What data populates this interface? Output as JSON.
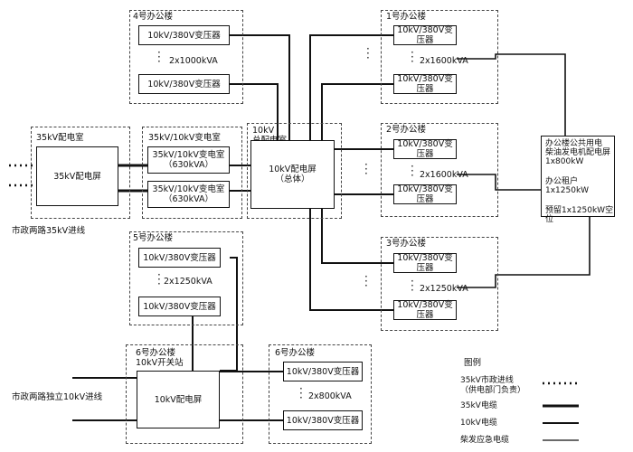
{
  "colors": {
    "line": "#111111",
    "zone_border": "#444444",
    "background": "#ffffff"
  },
  "buildings": {
    "b4": {
      "title": "4号办公楼",
      "transformer_top": "10kV/380V变压器",
      "transformer_bottom": "10kV/380V变压器",
      "capacity": "2x1000kVA"
    },
    "b1": {
      "title": "1号办公楼",
      "transformer_top": "10kV/380V变压器",
      "transformer_bottom": "10kV/380V变压器",
      "capacity": "2x1600kVA"
    },
    "b2": {
      "title": "2号办公楼",
      "transformer_top": "10kV/380V变压器",
      "transformer_bottom": "10kV/380V变压器",
      "capacity": "2x1600kVA"
    },
    "b3": {
      "title": "3号办公楼",
      "transformer_top": "10kV/380V变压器",
      "transformer_bottom": "10kV/380V变压器",
      "capacity": "2x1250kVA"
    },
    "b5": {
      "title": "5号办公楼",
      "transformer_top": "10kV/380V变压器",
      "transformer_bottom": "10kV/380V变压器",
      "capacity": "2x1250kVA"
    },
    "b6": {
      "title": "6号办公楼",
      "transformer_top": "10kV/380V变压器",
      "transformer_bottom": "10kV/380V变压器",
      "capacity": "2x800kVA"
    }
  },
  "room35": {
    "title": "35kV配电室",
    "panel": "35kV配电屏"
  },
  "substation": {
    "title": "35kV/10kV变电室",
    "unit_line1": "35kV/10kV变电室",
    "unit_line2": "（630kVA）"
  },
  "main10": {
    "title_line1": "10kV",
    "title_line2": "总配电室",
    "panel_line1": "10kV配电屏",
    "panel_line2": "（总体）"
  },
  "switch6": {
    "title_line1": "6号办公楼",
    "title_line2": "10kV开关站",
    "panel": "10kV配电屏"
  },
  "generator": {
    "line1": "办公楼公共用电",
    "line2": "柴油发电机配电屏",
    "line3": "1x800kW",
    "line4": "办公租户",
    "line5": "1x1250kW",
    "line6": "预留1x1250kW空位"
  },
  "incoming": {
    "line35": "市政两路35kV进线",
    "line10": "市政两路独立10kV进线"
  },
  "legend": {
    "title": "图例",
    "item1_line1": "35kV市政进线",
    "item1_line2": "（供电部门负责）",
    "item2": "35kV电缆",
    "item3": "10kV电缆",
    "item4": "柴发应急电缆"
  }
}
